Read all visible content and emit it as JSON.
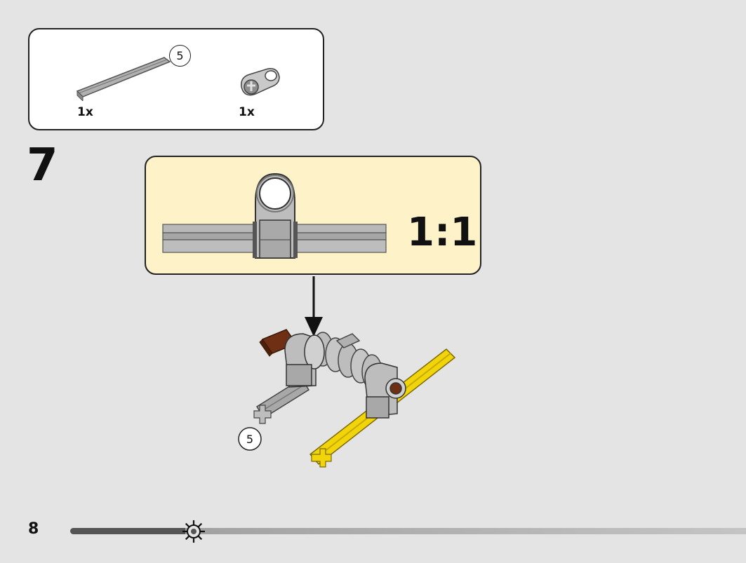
{
  "parts_list": {
    "items": [
      {
        "icon": "grey-axle-icon",
        "quantity": "1x",
        "length_badge": "5"
      },
      {
        "icon": "grey-axle-pin-connector-icon",
        "quantity": "1x"
      }
    ]
  },
  "step": {
    "number": "7"
  },
  "callout": {
    "scale_label": "1:1"
  },
  "assembly": {
    "axle_length_badge": "5"
  },
  "footer": {
    "page_number": "8",
    "progress": 0.17,
    "marker_icon": "gear-sun-icon"
  },
  "colors": {
    "axle_grey": "#a8a8a8",
    "axle_yellow": "#f2d40a",
    "axle_brown": "#6e2f14",
    "callout_bg": "#fdf2c8"
  }
}
